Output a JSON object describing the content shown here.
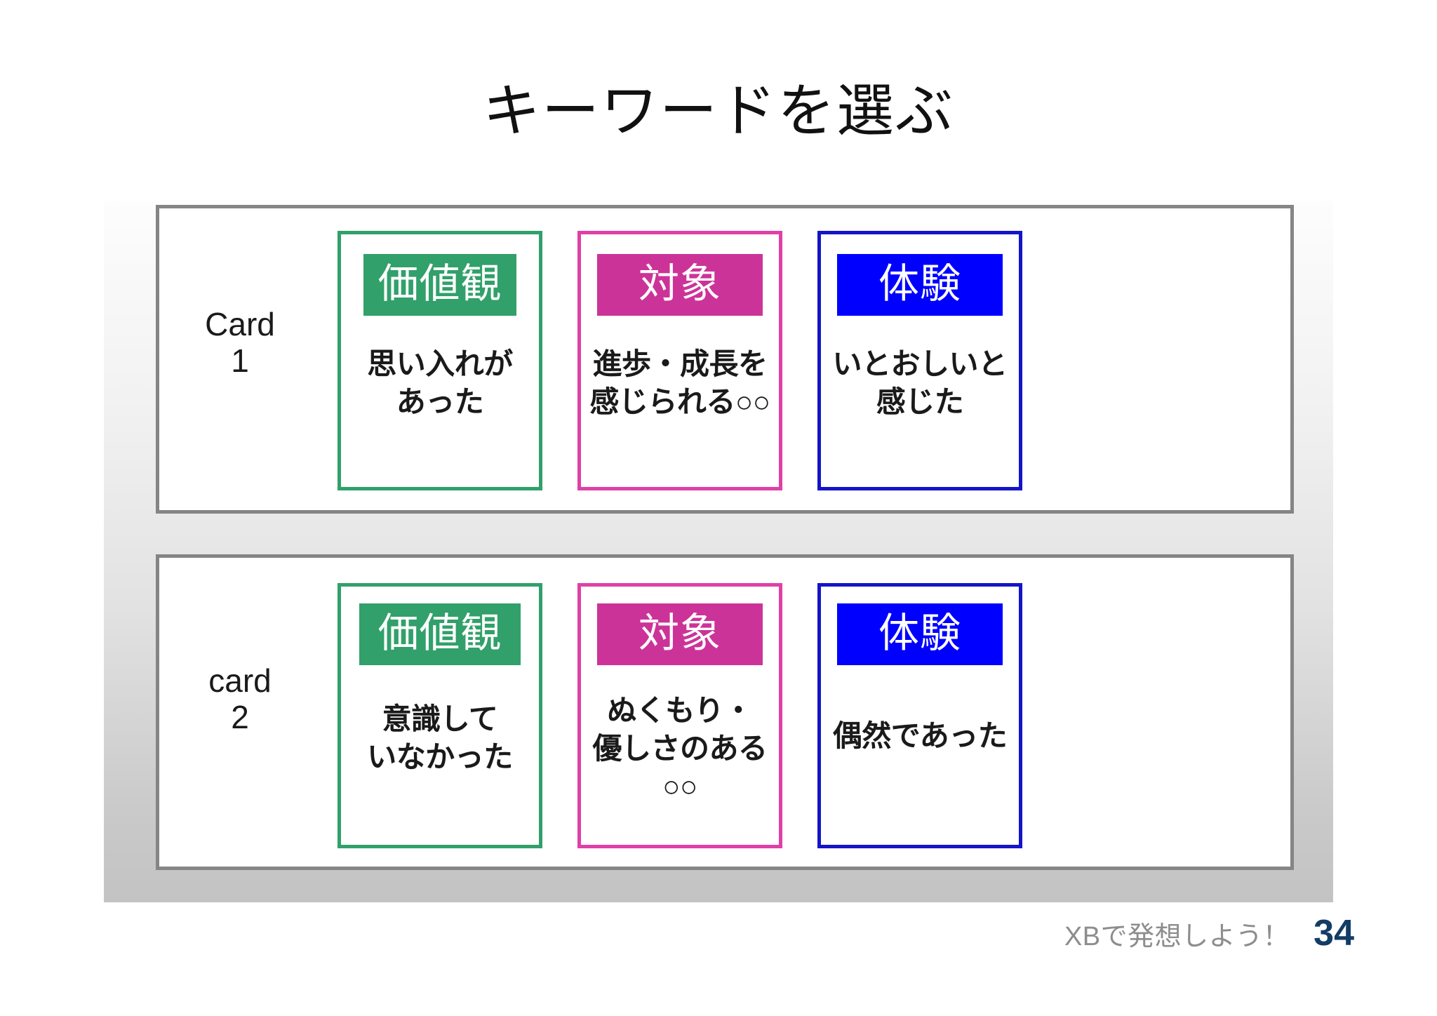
{
  "slide": {
    "title": "キーワードを選ぶ"
  },
  "colors": {
    "green": "#31a06a",
    "pink": "#cc3399",
    "pink_border": "#e03fa8",
    "blue": "#0000ff",
    "blue_border": "#1414c8",
    "row_border": "#858585",
    "footer_text": "#8d8d8d",
    "page_number": "#123c66"
  },
  "rows": [
    {
      "label": "Card\n1",
      "label_line1": "Card",
      "label_line2": "1",
      "boxes": [
        {
          "category": "value",
          "header": "価値観",
          "body_line1": "思い入れが",
          "body_line2": "あった"
        },
        {
          "category": "target",
          "header": "対象",
          "body_line1": "進歩・成長を",
          "body_line2": "感じられる○○"
        },
        {
          "category": "experience",
          "header": "体験",
          "body_line1": "いとおしいと",
          "body_line2": "感じた"
        }
      ]
    },
    {
      "label": "card\n2",
      "label_line1": "card",
      "label_line2": "2",
      "boxes": [
        {
          "category": "value",
          "header": "価値観",
          "body_line1": "意識して",
          "body_line2": "いなかった"
        },
        {
          "category": "target",
          "header": "対象",
          "body_line1": "ぬくもり・",
          "body_line2": "優しさのある",
          "body_line3": "○○"
        },
        {
          "category": "experience",
          "header": "体験",
          "body_line1": "偶然であった",
          "body_line2": ""
        }
      ]
    }
  ],
  "footer": {
    "note": "XBで発想しよう！",
    "page_number": "34"
  }
}
